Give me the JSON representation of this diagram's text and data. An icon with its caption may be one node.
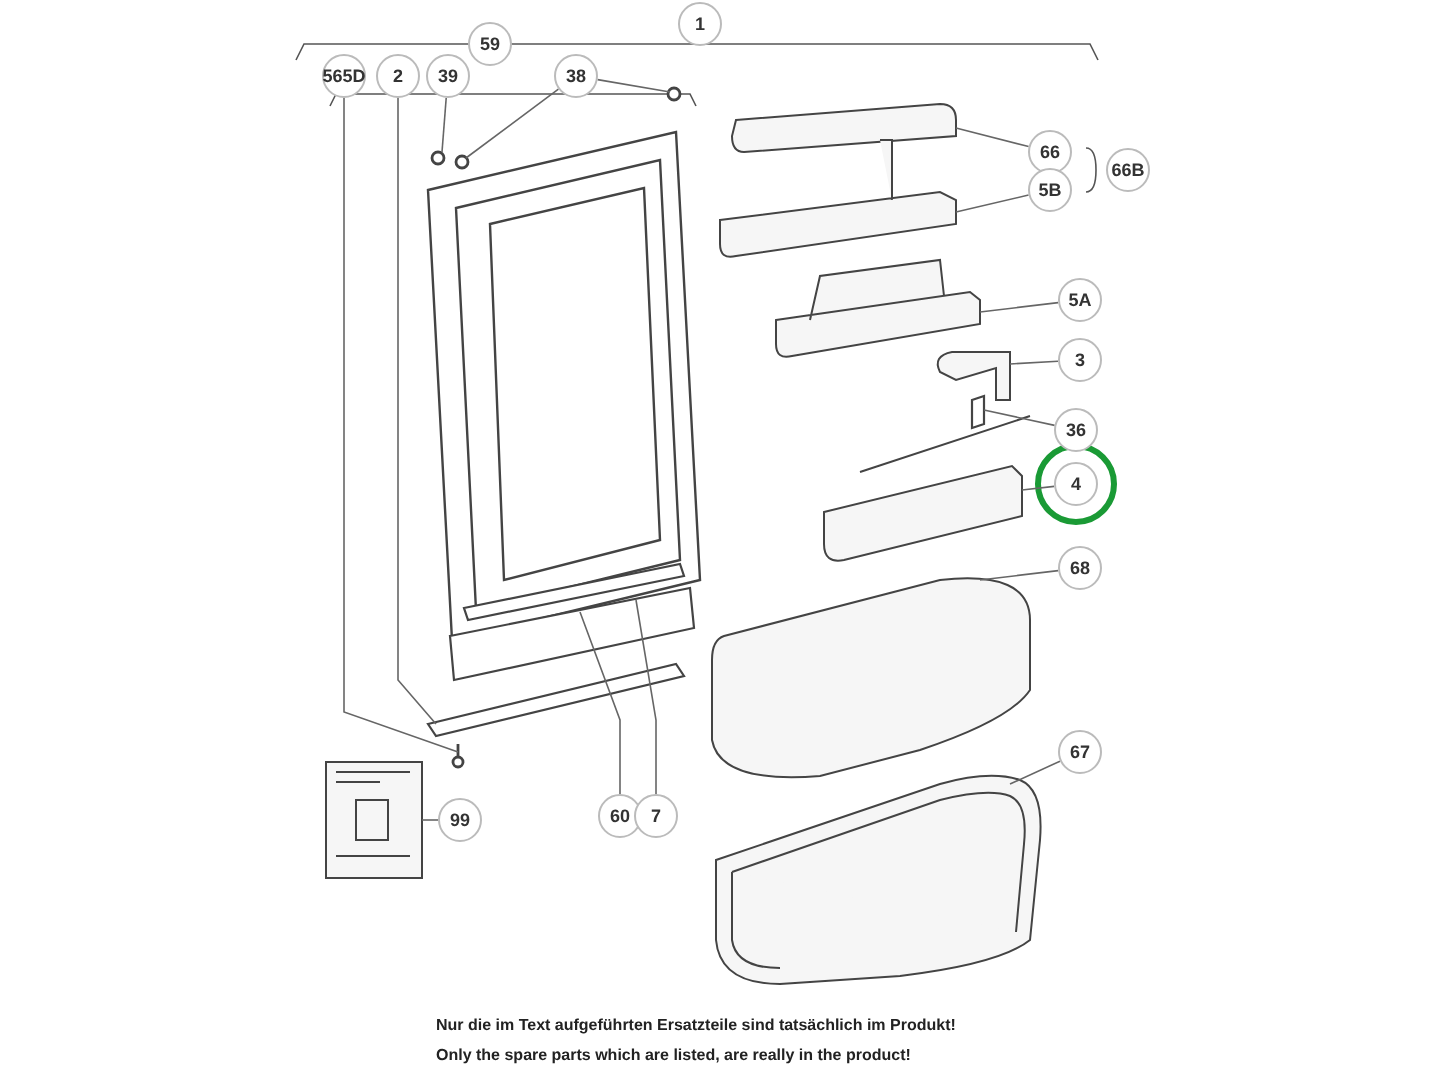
{
  "diagram": {
    "nodes": [
      {
        "text": [
          "565D"
        ]
      },
      {
        "text": [
          "2"
        ]
      },
      {
        "text": [
          "39"
        ]
      },
      {
        "text": [
          "38"
        ]
      },
      {
        "text": [
          "66"
        ]
      },
      {
        "text": [
          "5B"
        ]
      },
      {
        "text": [
          "5A"
        ]
      },
      {
        "text": [
          "3"
        ]
      },
      {
        "text": [
          "36"
        ]
      },
      {
        "text": [
          "4"
        ]
      },
      {
        "text": [
          "68"
        ]
      },
      {
        "text": [
          "67"
        ]
      },
      {
        "text": [
          "99"
        ]
      },
      {
        "text": [
          "60"
        ]
      },
      {
        "text": [
          "7"
        ]
      },
      {
        "text": [],
        "shape": "circle"
      },
      {
        "text": [],
        "shape": "box"
      },
      {
        "text": [],
        "shape": "circle"
      },
      {
        "text": [],
        "shape": "circle"
      },
      {
        "text": [],
        "shape": "circle"
      },
      {
        "text": [],
        "shape": "picture"
      },
      {
        "text": [],
        "shape": "picture"
      },
      {
        "text": [],
        "shape": "picture"
      },
      {
        "text": [],
        "shape": "picture"
      },
      {
        "text": [],
        "shape": "box"
      },
      {
        "text": [],
        "shape": "picture"
      },
      {
        "text": [],
        "shape": "picture"
      },
      {
        "text": [],
        "shape": "picture"
      },
      {
        "text": [],
        "shape": "picture"
      },
      {
        "text": [],
        "shape": "box"
      },
      {
        "text": [],
        "shape": "box"
      },
      {
        "text": [
          "1"
        ]
      },
      {
        "text": [
          "59"
        ]
      },
      {
        "text": [
          "66B"
        ]
      }
    ],
    "edges": [
      {
        "from": 0,
        "to": 15,
        "arrow": "none"
      },
      {
        "from": 1,
        "to": 16,
        "arrow": "none"
      },
      {
        "from": 2,
        "to": 17,
        "arrow": "none"
      },
      {
        "from": 3,
        "to": 18,
        "arrow": "none"
      },
      {
        "from": 3,
        "to": 19,
        "arrow": "none"
      },
      {
        "from": 4,
        "to": 20,
        "arrow": "none"
      },
      {
        "from": 5,
        "to": 21,
        "arrow": "none"
      },
      {
        "from": 6,
        "to": 22,
        "arrow": "none"
      },
      {
        "from": 7,
        "to": 23,
        "arrow": "none"
      },
      {
        "from": 8,
        "to": 24,
        "arrow": "none"
      },
      {
        "from": 9,
        "to": 25,
        "arrow": "none"
      },
      {
        "from": 10,
        "to": 26,
        "arrow": "none"
      },
      {
        "from": 11,
        "to": 27,
        "arrow": "none"
      },
      {
        "from": 12,
        "to": 28,
        "arrow": "none"
      },
      {
        "from": 13,
        "to": 29,
        "arrow": "none"
      },
      {
        "from": 14,
        "to": 30,
        "arrow": "none"
      }
    ],
    "labels": [
      "Nur die im Text aufgeführten Ersatzteile sind tatsächlich im Produkt!",
      "Only the spare parts which are listed, are really in the product!"
    ]
  }
}
